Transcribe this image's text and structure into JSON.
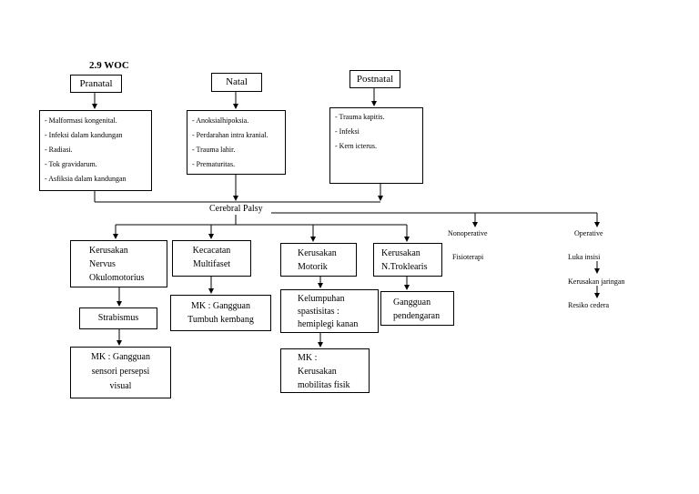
{
  "title": "2.9 WOC",
  "pranatal": {
    "label": "Pranatal",
    "items": [
      "- Malformasi kongenital.",
      "- Infeksi dalam kandungan",
      "- Radiasi.",
      "- Tok gravidarum.",
      "- Asfiksia dalam kandungan"
    ]
  },
  "natal": {
    "label": "Natal",
    "items": [
      "- Anoksialhipoksia.",
      "- Perdarahan intra kranial.",
      "- Trauma lahir.",
      "- Prematuritas."
    ]
  },
  "postnatal": {
    "label": "Postnatal",
    "items": [
      "- Trauma kapitis.",
      "- Infeksi",
      "- Kern icterus."
    ]
  },
  "center": "Cerebral Palsy",
  "branch1": {
    "label": "Kerusakan\nNervus\nOkulomotorius",
    "sub": "Strabismus",
    "mk": "MK : Gangguan\nsensori persepsi\nvisual"
  },
  "branch2": {
    "label": "Kecacatan\nMultifaset",
    "mk": "MK : Gangguan\nTumbuh kembang"
  },
  "branch3": {
    "label": "Kerusakan\nMotorik",
    "sub": "Kelumpuhan\nspastisitas :\nhemiplegi kanan",
    "mk": "MK :\nKerusakan\nmobilitas fisik"
  },
  "branch4": {
    "label": "Kerusakan\nN.Troklearis",
    "sub": "Gangguan\npendengaran"
  },
  "nonoperative": {
    "label": "Nonoperative",
    "sub": "Fisioterapi"
  },
  "operative": {
    "label": "Operative",
    "steps": [
      "Luka insisi",
      "Kerusakan jaringan",
      "Resiko cedera"
    ]
  }
}
